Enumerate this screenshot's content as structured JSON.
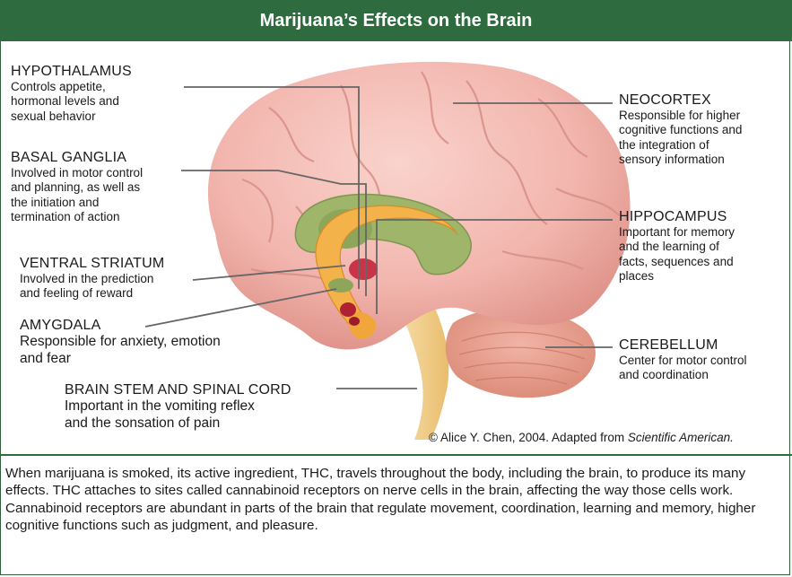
{
  "header": {
    "title": "Marijuana’s Effects on the Brain"
  },
  "labels": {
    "hypothalamus": {
      "title": "HYPOTHALAMUS",
      "desc": [
        "Controls appetite,",
        "hormonal levels and",
        "sexual behavior"
      ]
    },
    "basal_ganglia": {
      "title": "BASAL GANGLIA",
      "desc": [
        "Involved in motor control",
        "and planning, as well as",
        "the initiation and",
        "termination of action"
      ]
    },
    "ventral_striatum": {
      "title": "VENTRAL STRIATUM",
      "desc": [
        "Involved in the prediction",
        "and feeling of reward"
      ]
    },
    "amygdala": {
      "title": "AMYGDALA",
      "desc": [
        "Responsible for anxiety, emotion",
        "and fear"
      ]
    },
    "brain_stem": {
      "title": "BRAIN STEM AND SPINAL CORD",
      "desc": [
        "Important in the vomiting reflex",
        "and the sonsation of pain"
      ]
    },
    "neocortex": {
      "title": "NEOCORTEX",
      "desc": [
        "Responsible for higher",
        "cognitive functions and",
        "the integration of",
        "sensory information"
      ]
    },
    "hippocampus": {
      "title": "HIPPOCAMPUS",
      "desc": [
        "Important for memory",
        "and the learning of",
        "facts, sequences and",
        "places"
      ]
    },
    "cerebellum": {
      "title": "CEREBELLUM",
      "desc": [
        "Center for motor control",
        "and coordination"
      ]
    }
  },
  "credit": {
    "prefix": "© Alice Y. Chen, 2004. Adapted from ",
    "source": "Scientific American."
  },
  "body": {
    "p1": "When marijuana is smoked, its active ingredient, THC, travels throughout the body, including the brain, to produce its many effects. THC attaches to sites called cannabinoid receptors on nerve cells in the brain, affecting the way those cells work.",
    "p2": "Cannabinoid receptors are abundant in parts of the brain that regulate movement, coordination, learning and memory, higher cognitive functions such as judgment, and pleasure."
  },
  "colors": {
    "header_bg": "#2e6b3f",
    "brain": "#f2b6ae",
    "brain_shadow": "#e3958c",
    "cerebellum": "#e9a193",
    "basal_ganglia": "#9fb56a",
    "hippocampus": "#f3b24a",
    "amygdala": "#c2233a",
    "stem": "#f3cf8a"
  }
}
